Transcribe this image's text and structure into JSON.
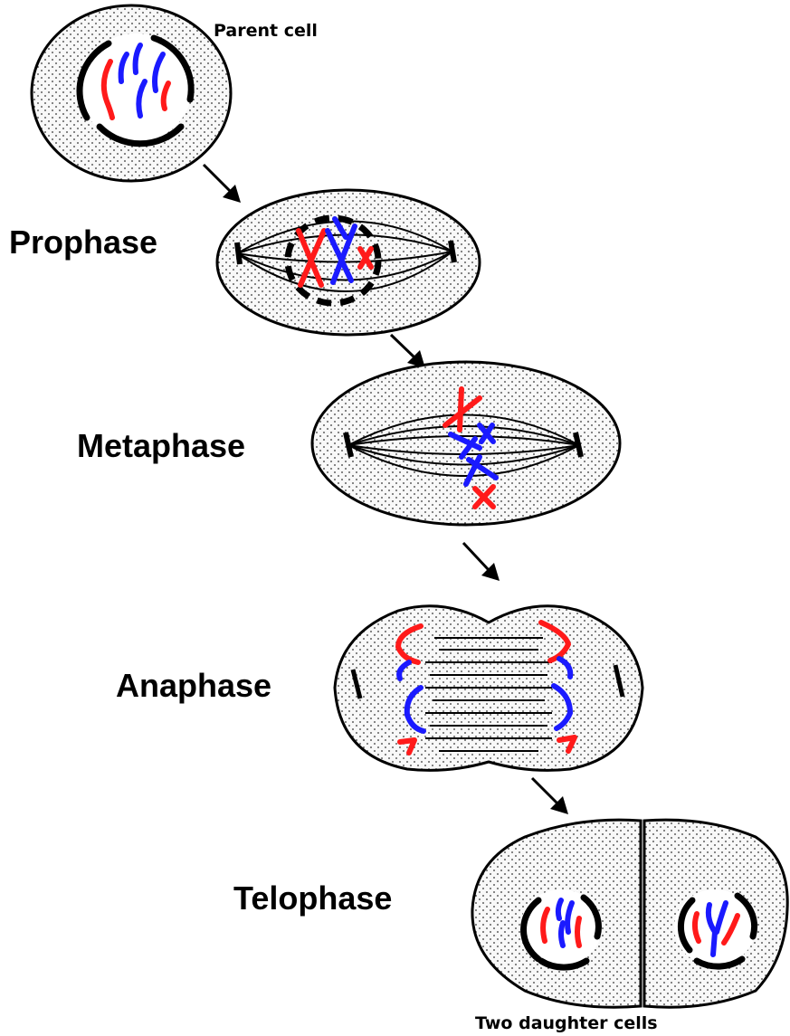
{
  "colors": {
    "chromosome_a": "#ff1a1a",
    "chromosome_b": "#1a1aff",
    "outline": "#000000",
    "cytoplasm_fill": "#f8f8f8"
  },
  "labels": {
    "parent_cell": "Parent cell",
    "prophase": "Prophase",
    "metaphase": "Metaphase",
    "anaphase": "Anaphase",
    "telophase": "Telophase",
    "daughter_cells": "Two daughter cells"
  }
}
